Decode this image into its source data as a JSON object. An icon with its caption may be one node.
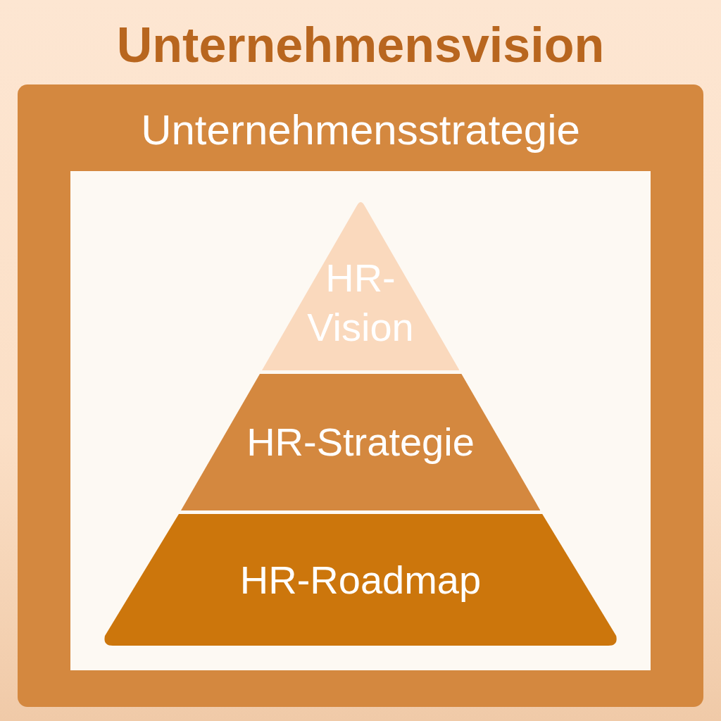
{
  "diagram": {
    "nodes": [
      {
        "text": [
          "Unternehmensvision"
        ]
      },
      {
        "text": [
          "Unternehmensstrategie"
        ],
        "in": 0
      },
      {
        "text": [
          "HR-Vision"
        ],
        "in": 1
      },
      {
        "text": [
          "HR-Strategie"
        ],
        "in": 1
      },
      {
        "text": [
          "HR-Roadmap"
        ],
        "in": 1
      }
    ]
  }
}
